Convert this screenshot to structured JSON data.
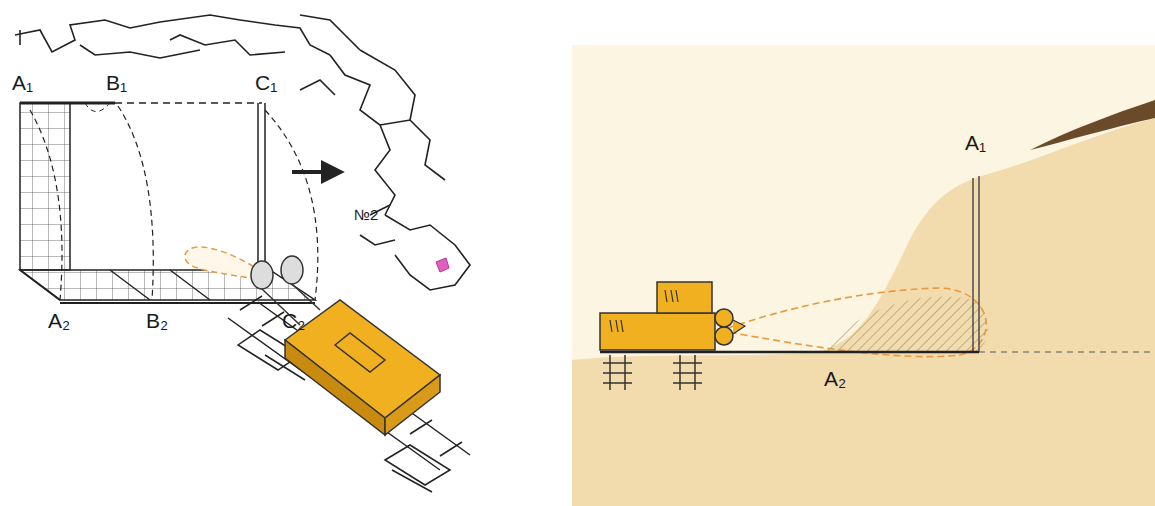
{
  "diagram": {
    "labels": [
      "A₁",
      "B₁",
      "C₁",
      "A₂",
      "B₂",
      "C₂",
      "№2",
      "A₁",
      "A₂"
    ]
  }
}
